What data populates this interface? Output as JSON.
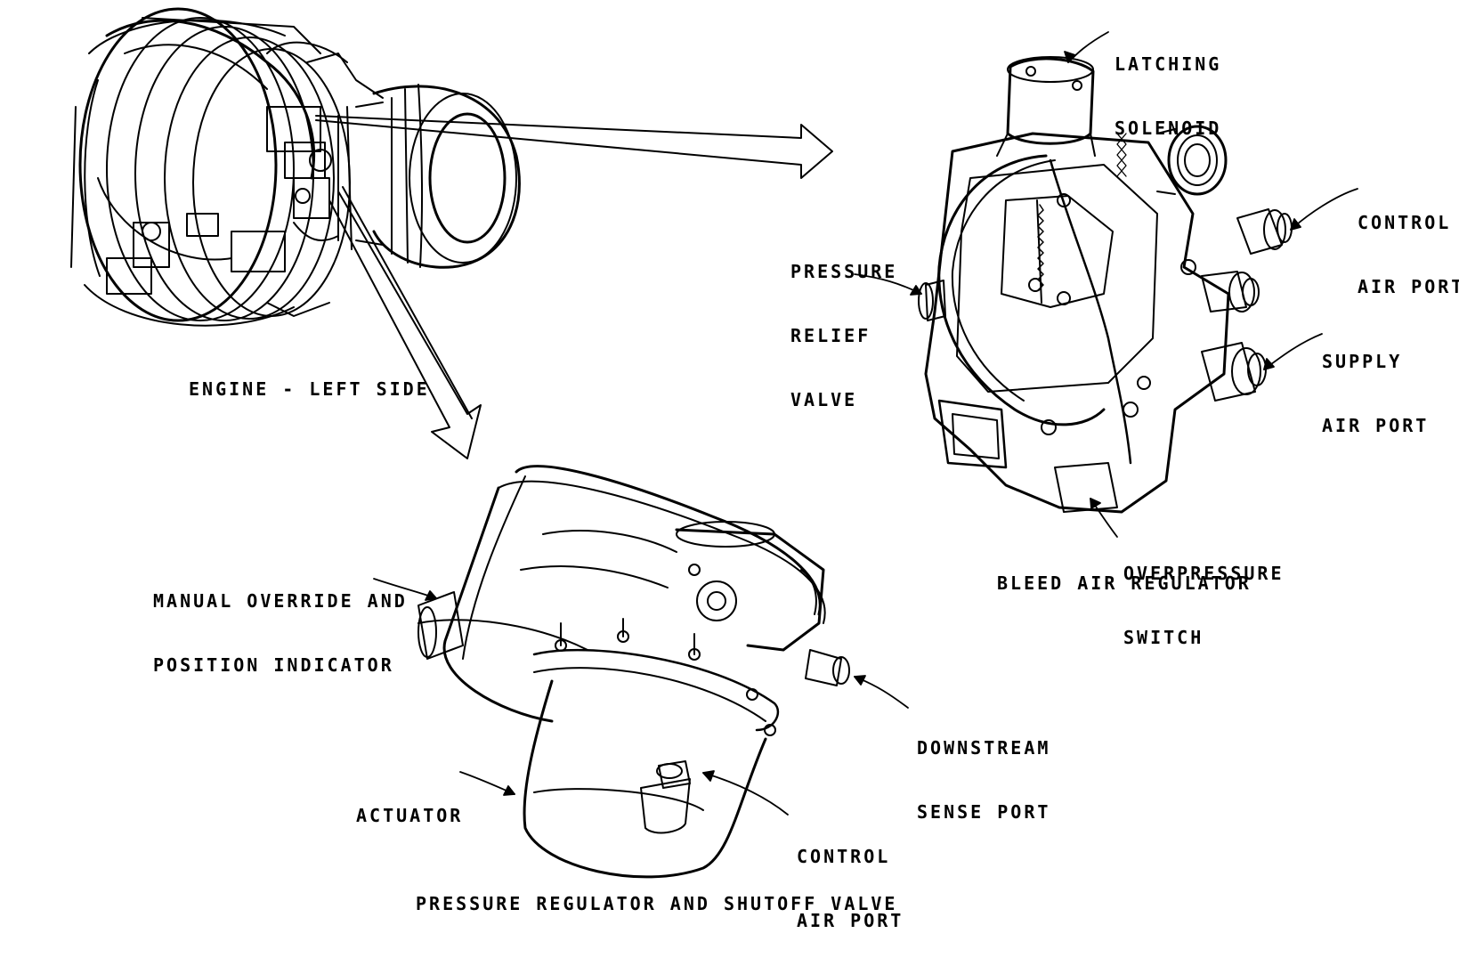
{
  "colors": {
    "ink": "#000000",
    "paper": "#ffffff"
  },
  "captions": {
    "engine": "ENGINE - LEFT SIDE",
    "regulator": "BLEED AIR REGULATOR",
    "prsov": "PRESSURE REGULATOR AND SHUTOFF VALVE"
  },
  "callouts": {
    "latching_solenoid": [
      "LATCHING",
      "SOLENOID"
    ],
    "control_air_port_top": [
      "CONTROL",
      "AIR PORT"
    ],
    "pressure_relief_valve": [
      "PRESSURE",
      "RELIEF",
      "VALVE"
    ],
    "supply_air_port": [
      "SUPPLY",
      "AIR PORT"
    ],
    "overpressure_switch": [
      "OVERPRESSURE",
      "SWITCH"
    ],
    "manual_override": [
      "MANUAL OVERRIDE AND",
      "POSITION INDICATOR"
    ],
    "downstream_sense_port": [
      "DOWNSTREAM",
      "SENSE PORT"
    ],
    "actuator": [
      "ACTUATOR"
    ],
    "control_air_port_bottom": [
      "CONTROL",
      "AIR PORT"
    ]
  }
}
